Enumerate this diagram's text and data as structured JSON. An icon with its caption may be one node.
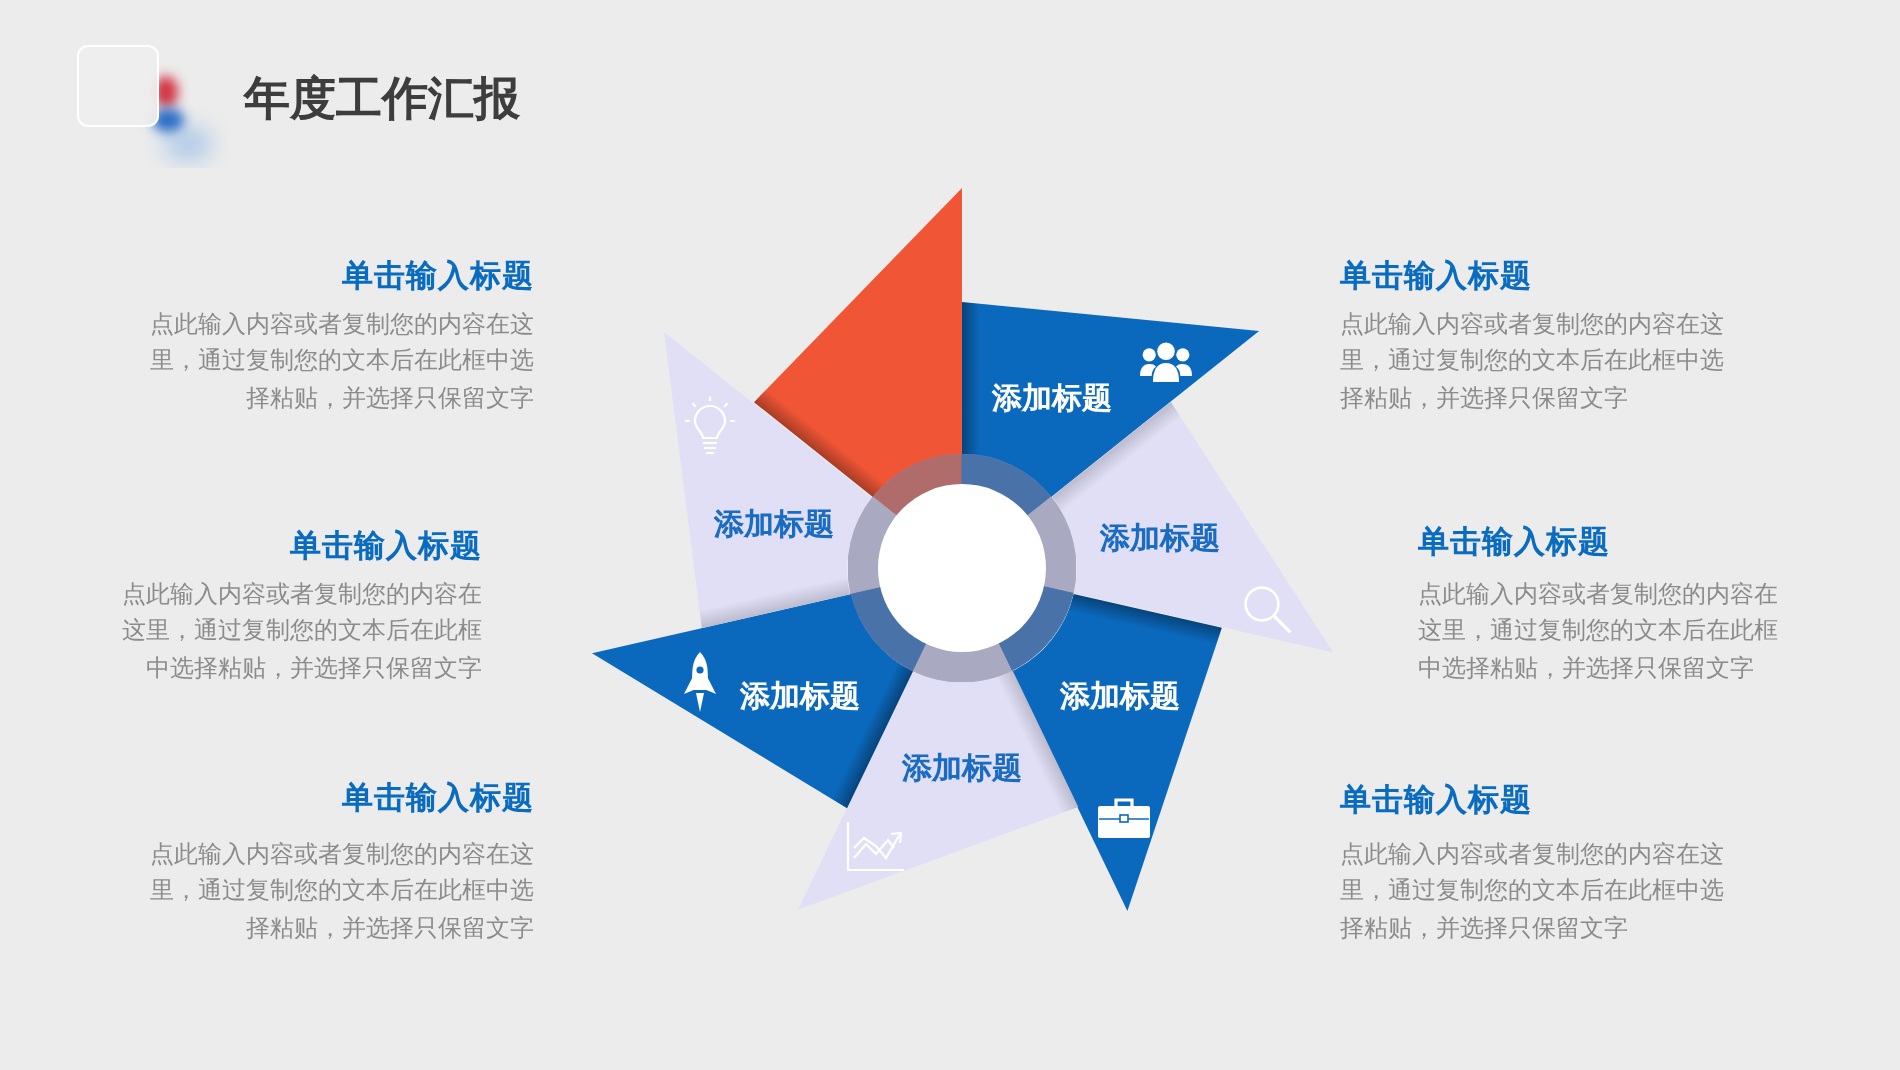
{
  "diagram": {
    "title": "年度工作汇报",
    "nodes": [
      {
        "text": [],
        "shape": "triangle"
      },
      {
        "text": [
          "添加标题"
        ]
      },
      {
        "text": [
          "添加标题"
        ]
      },
      {
        "text": [
          "添加标题"
        ]
      },
      {
        "text": [
          "添加标题"
        ]
      },
      {
        "text": [
          "添加标题"
        ]
      },
      {
        "text": [
          "添加标题"
        ]
      }
    ],
    "labels": [
      "单击输入标题",
      "点此输入内容或者复制您的内容在这里，通过复制您的文本后在此框中选择粘贴，并选择只保留文字",
      "单击输入标题",
      "点此输入内容或者复制您的内容在这里，通过复制您的文本后在此框中选择粘贴，并选择只保留文字",
      "单击输入标题",
      "点此输入内容或者复制您的内容在这里，通过复制您的文本后在此框中选择粘贴，并选择只保留文字",
      "单击输入标题",
      "点此输入内容或者复制您的内容在这里，通过复制您的文本后在此框中选择粘贴，并选择只保留文字",
      "单击输入标题",
      "点此输入内容或者复制您的内容在这里，通过复制您的文本后在此框中选择粘贴，并选择只保留文字",
      "单击输入标题",
      "点此输入内容或者复制您的内容在这里，通过复制您的文本后在此框中选择粘贴，并选择只保留文字"
    ]
  }
}
